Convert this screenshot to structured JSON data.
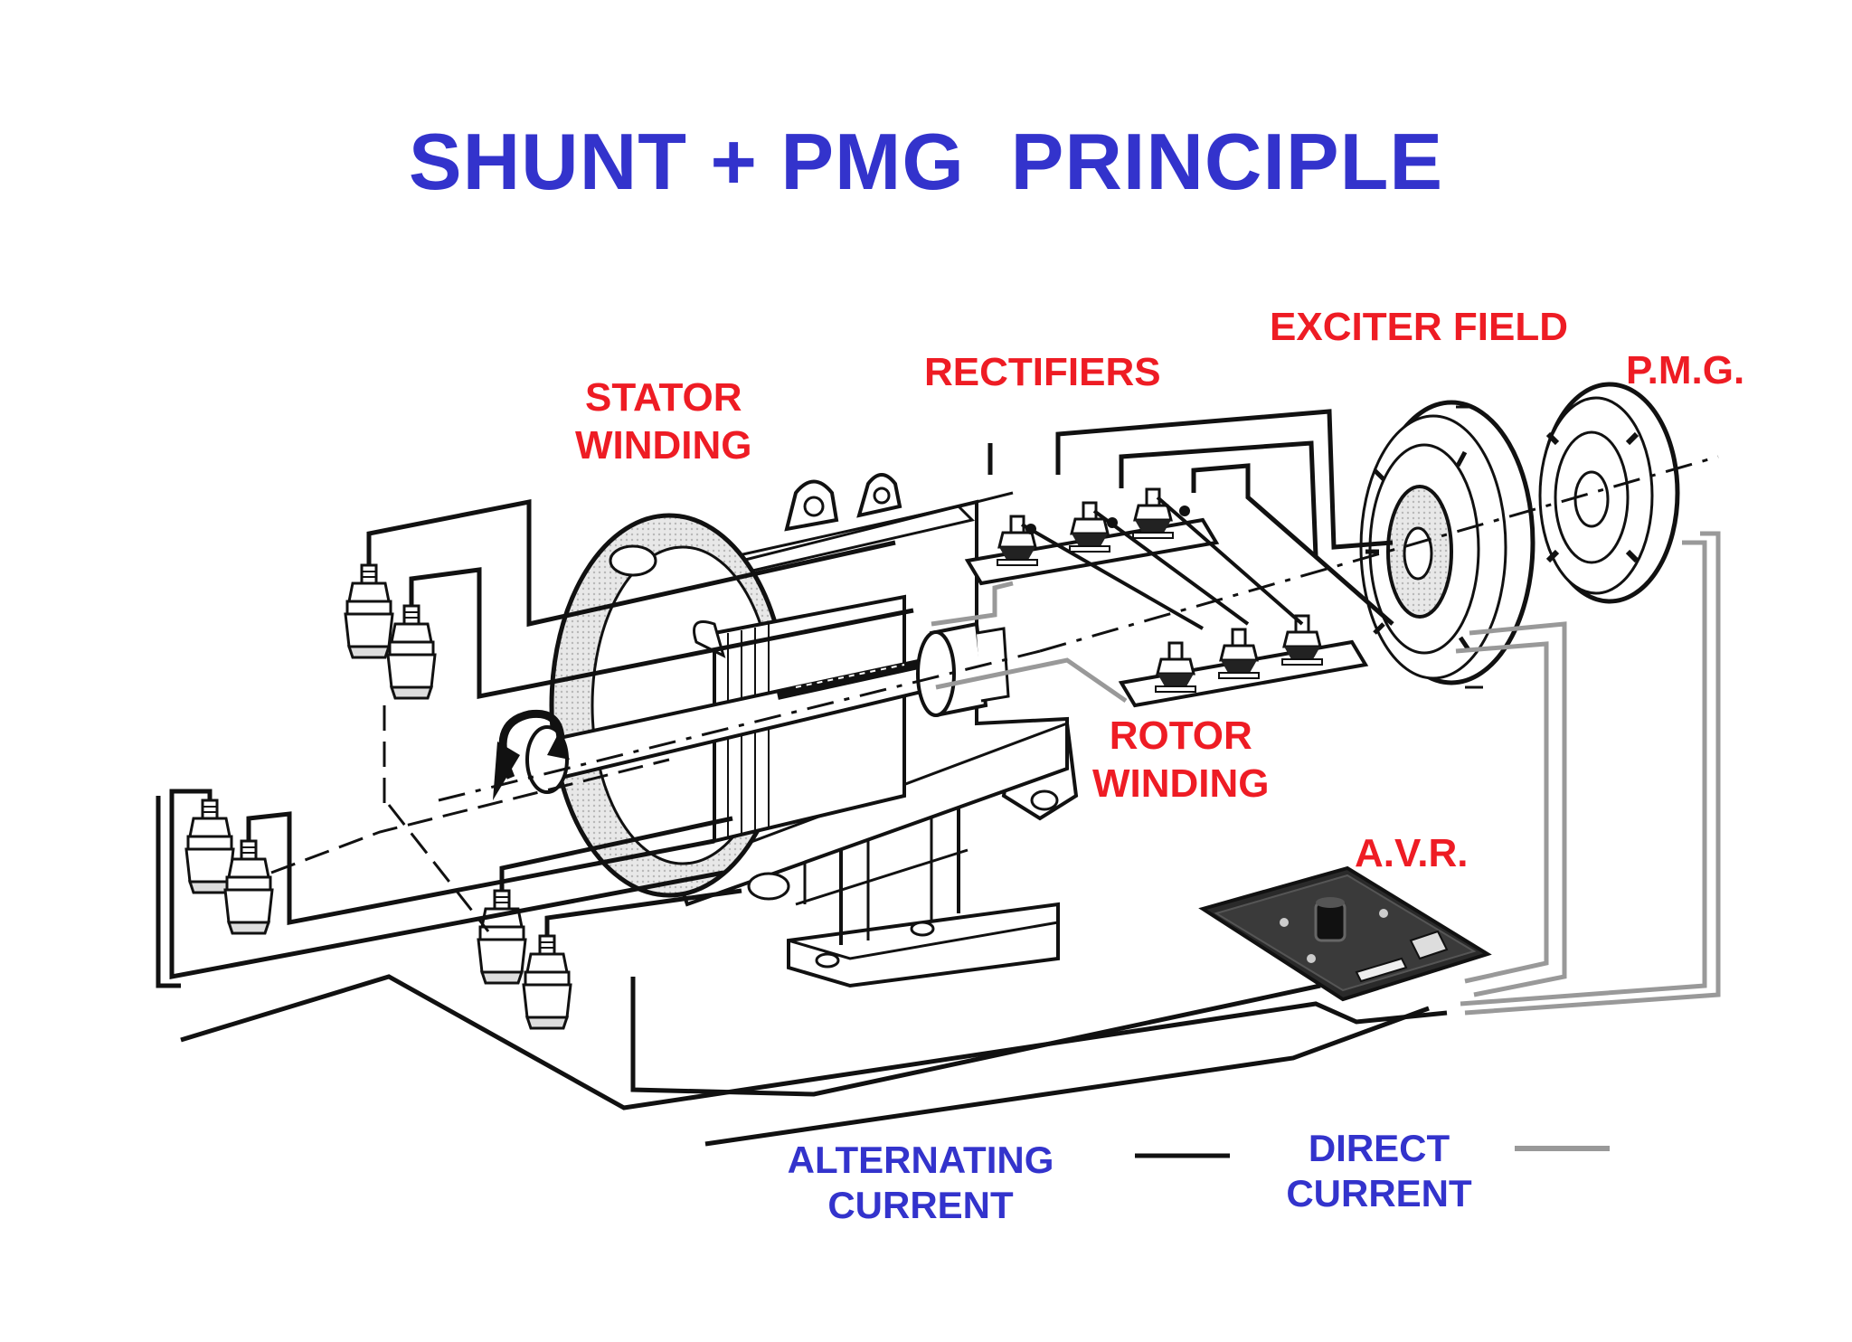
{
  "title": "SHUNT + PMG  PRINCIPLE",
  "colors": {
    "title": "#3333cc",
    "component_label": "#ee1c24",
    "legend_label": "#3333cc",
    "ac_wire": "#111111",
    "dc_wire": "#9a9a9a"
  },
  "labels": {
    "stator_winding": "STATOR\nWINDING",
    "rectifiers": "RECTIFIERS",
    "exciter_field": "EXCITER FIELD",
    "pmg": "P.M.G.",
    "rotor_winding": "ROTOR\nWINDING",
    "avr": "A.V.R."
  },
  "legend": {
    "ac": "ALTERNATING\nCURRENT",
    "dc": "DIRECT\nCURRENT"
  }
}
